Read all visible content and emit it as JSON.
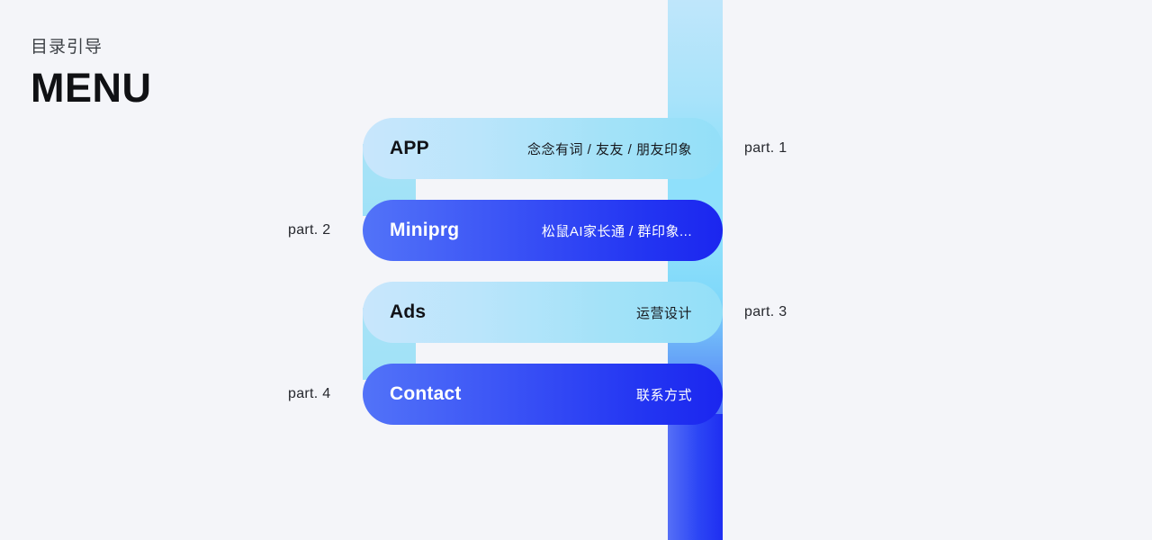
{
  "heading": {
    "subtitle_zh": "目录引导",
    "title_en": "MENU"
  },
  "colors": {
    "page_background": "#f4f5f9",
    "light_pill_start": "#c8e6fc",
    "light_pill_end": "#93dff8",
    "dark_pill_start": "#5273f8",
    "dark_pill_end": "#1b26ef",
    "ribbon_top": "#bfe6fb",
    "ribbon_bottom": "#2545f4",
    "connector": "#a3e2f8",
    "heading_title": "#101114",
    "heading_subtitle": "#3c4045"
  },
  "menu": {
    "rows": [
      {
        "title": "APP",
        "subtitle": "念念有词 / 友友 / 朋友印象",
        "part": "part. 1",
        "part_side": "right",
        "style": "light"
      },
      {
        "title": "Miniprg",
        "subtitle": "松鼠AI家长通 / 群印象...",
        "part": "part. 2",
        "part_side": "left",
        "style": "dark"
      },
      {
        "title": "Ads",
        "subtitle": "运营设计",
        "part": "part. 3",
        "part_side": "right",
        "style": "light"
      },
      {
        "title": "Contact",
        "subtitle": "联系方式",
        "part": "part. 4",
        "part_side": "left",
        "style": "dark"
      }
    ]
  }
}
